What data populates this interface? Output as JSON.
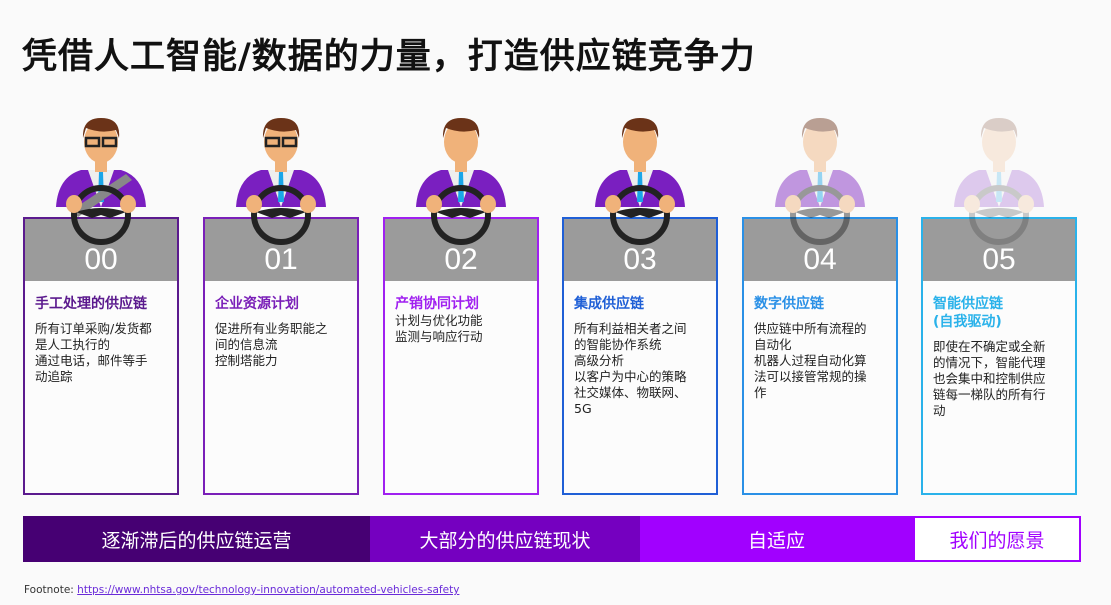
{
  "title": "凭借人工智能/数据的力量，打造供应链竞争力",
  "cards": [
    {
      "num": "00",
      "title": "手工处理的供应链",
      "desc": "所有订单采购/发货都\n是人工执行的\n通过电话，邮件等手\n动追踪",
      "color": "#5b1a8e",
      "titleColor": "#5b1a8e",
      "opacity": 1,
      "belt": true
    },
    {
      "num": "01",
      "title": "企业资源计划",
      "desc": "促进所有业务职能之\n间的信息流\n控制塔能力",
      "color": "#7a1fb8",
      "titleColor": "#7a1fb8",
      "opacity": 1,
      "belt": false
    },
    {
      "num": "02",
      "title": "产销协同计划",
      "desc": "计划与优化功能\n监测与响应行动",
      "color": "#a020f0",
      "titleColor": "#a020f0",
      "opacity": 1,
      "belt": false
    },
    {
      "num": "03",
      "title": "集成供应链",
      "desc": "所有利益相关者之间\n的智能协作系统\n高级分析\n以客户为中心的策略\n社交媒体、物联网、\n5G",
      "color": "#1f5fd6",
      "titleColor": "#1f5fd6",
      "opacity": 1,
      "belt": false
    },
    {
      "num": "04",
      "title": "数字供应链",
      "desc": "供应链中所有流程的\n自动化\n机器人过程自动化算\n法可以接管常规的操\n作",
      "color": "#2a90e6",
      "titleColor": "#2a90e6",
      "opacity": 0.45,
      "belt": false
    },
    {
      "num": "05",
      "title": "智能供应链\n(自我驱动)",
      "desc": "即使在不确定或全新\n的情况下，智能代理\n也会集中和控制供应\n链每一梯队的所有行\n动",
      "color": "#2ab2ea",
      "titleColor": "#2ab2ea",
      "opacity": 0.22,
      "belt": false
    }
  ],
  "stages": [
    {
      "label": "逐渐滞后的供应链运营",
      "bg": "#460073",
      "fg": "#ffffff"
    },
    {
      "label": "大部分的供应链现状",
      "bg": "#7500c0",
      "fg": "#ffffff"
    },
    {
      "label": "自适应",
      "bg": "#a100ff",
      "fg": "#ffffff"
    },
    {
      "label": "我们的愿景",
      "bg": "#ffffff",
      "fg": "#a100ff"
    }
  ],
  "footnote": {
    "label": "Footnote:",
    "link": "https://www.nhtsa.gov/technology-innovation/automated-vehicles-safety"
  }
}
